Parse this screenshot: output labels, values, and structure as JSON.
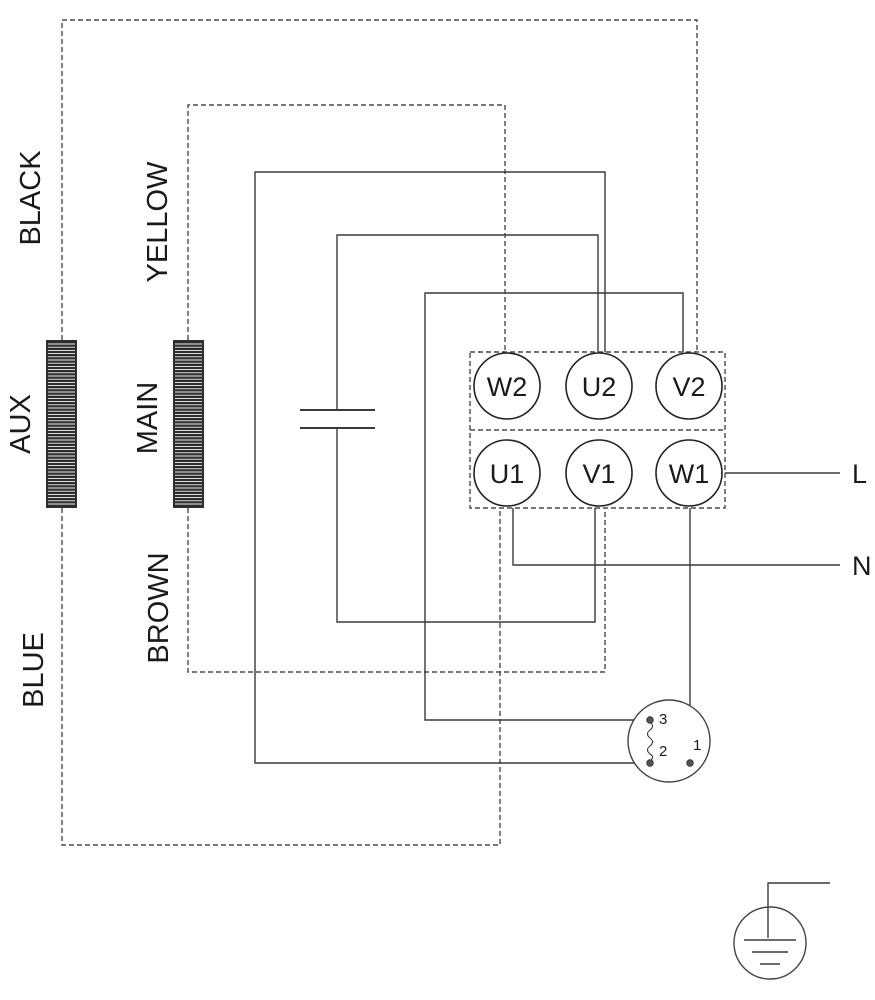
{
  "wire_labels": {
    "black": "BLACK",
    "yellow": "YELLOW",
    "aux": "AUX",
    "main": "MAIN",
    "blue": "BLUE",
    "brown": "BROWN"
  },
  "terminals": {
    "top_row": [
      "W2",
      "U2",
      "V2"
    ],
    "bottom_row": [
      "U1",
      "V1",
      "W1"
    ]
  },
  "supply_lines": {
    "line": "L",
    "neutral": "N"
  },
  "thermal_switch": {
    "pins": [
      "3",
      "2",
      "1"
    ]
  },
  "symbols": {
    "capacitor": "capacitor-icon",
    "ground": "ground-icon",
    "coil": "coil-icon",
    "switch": "thermal-switch-icon"
  },
  "colors": {
    "wire": "#3a3a3a",
    "coil": "#2e2e2e",
    "text": "#1a1a1a"
  }
}
